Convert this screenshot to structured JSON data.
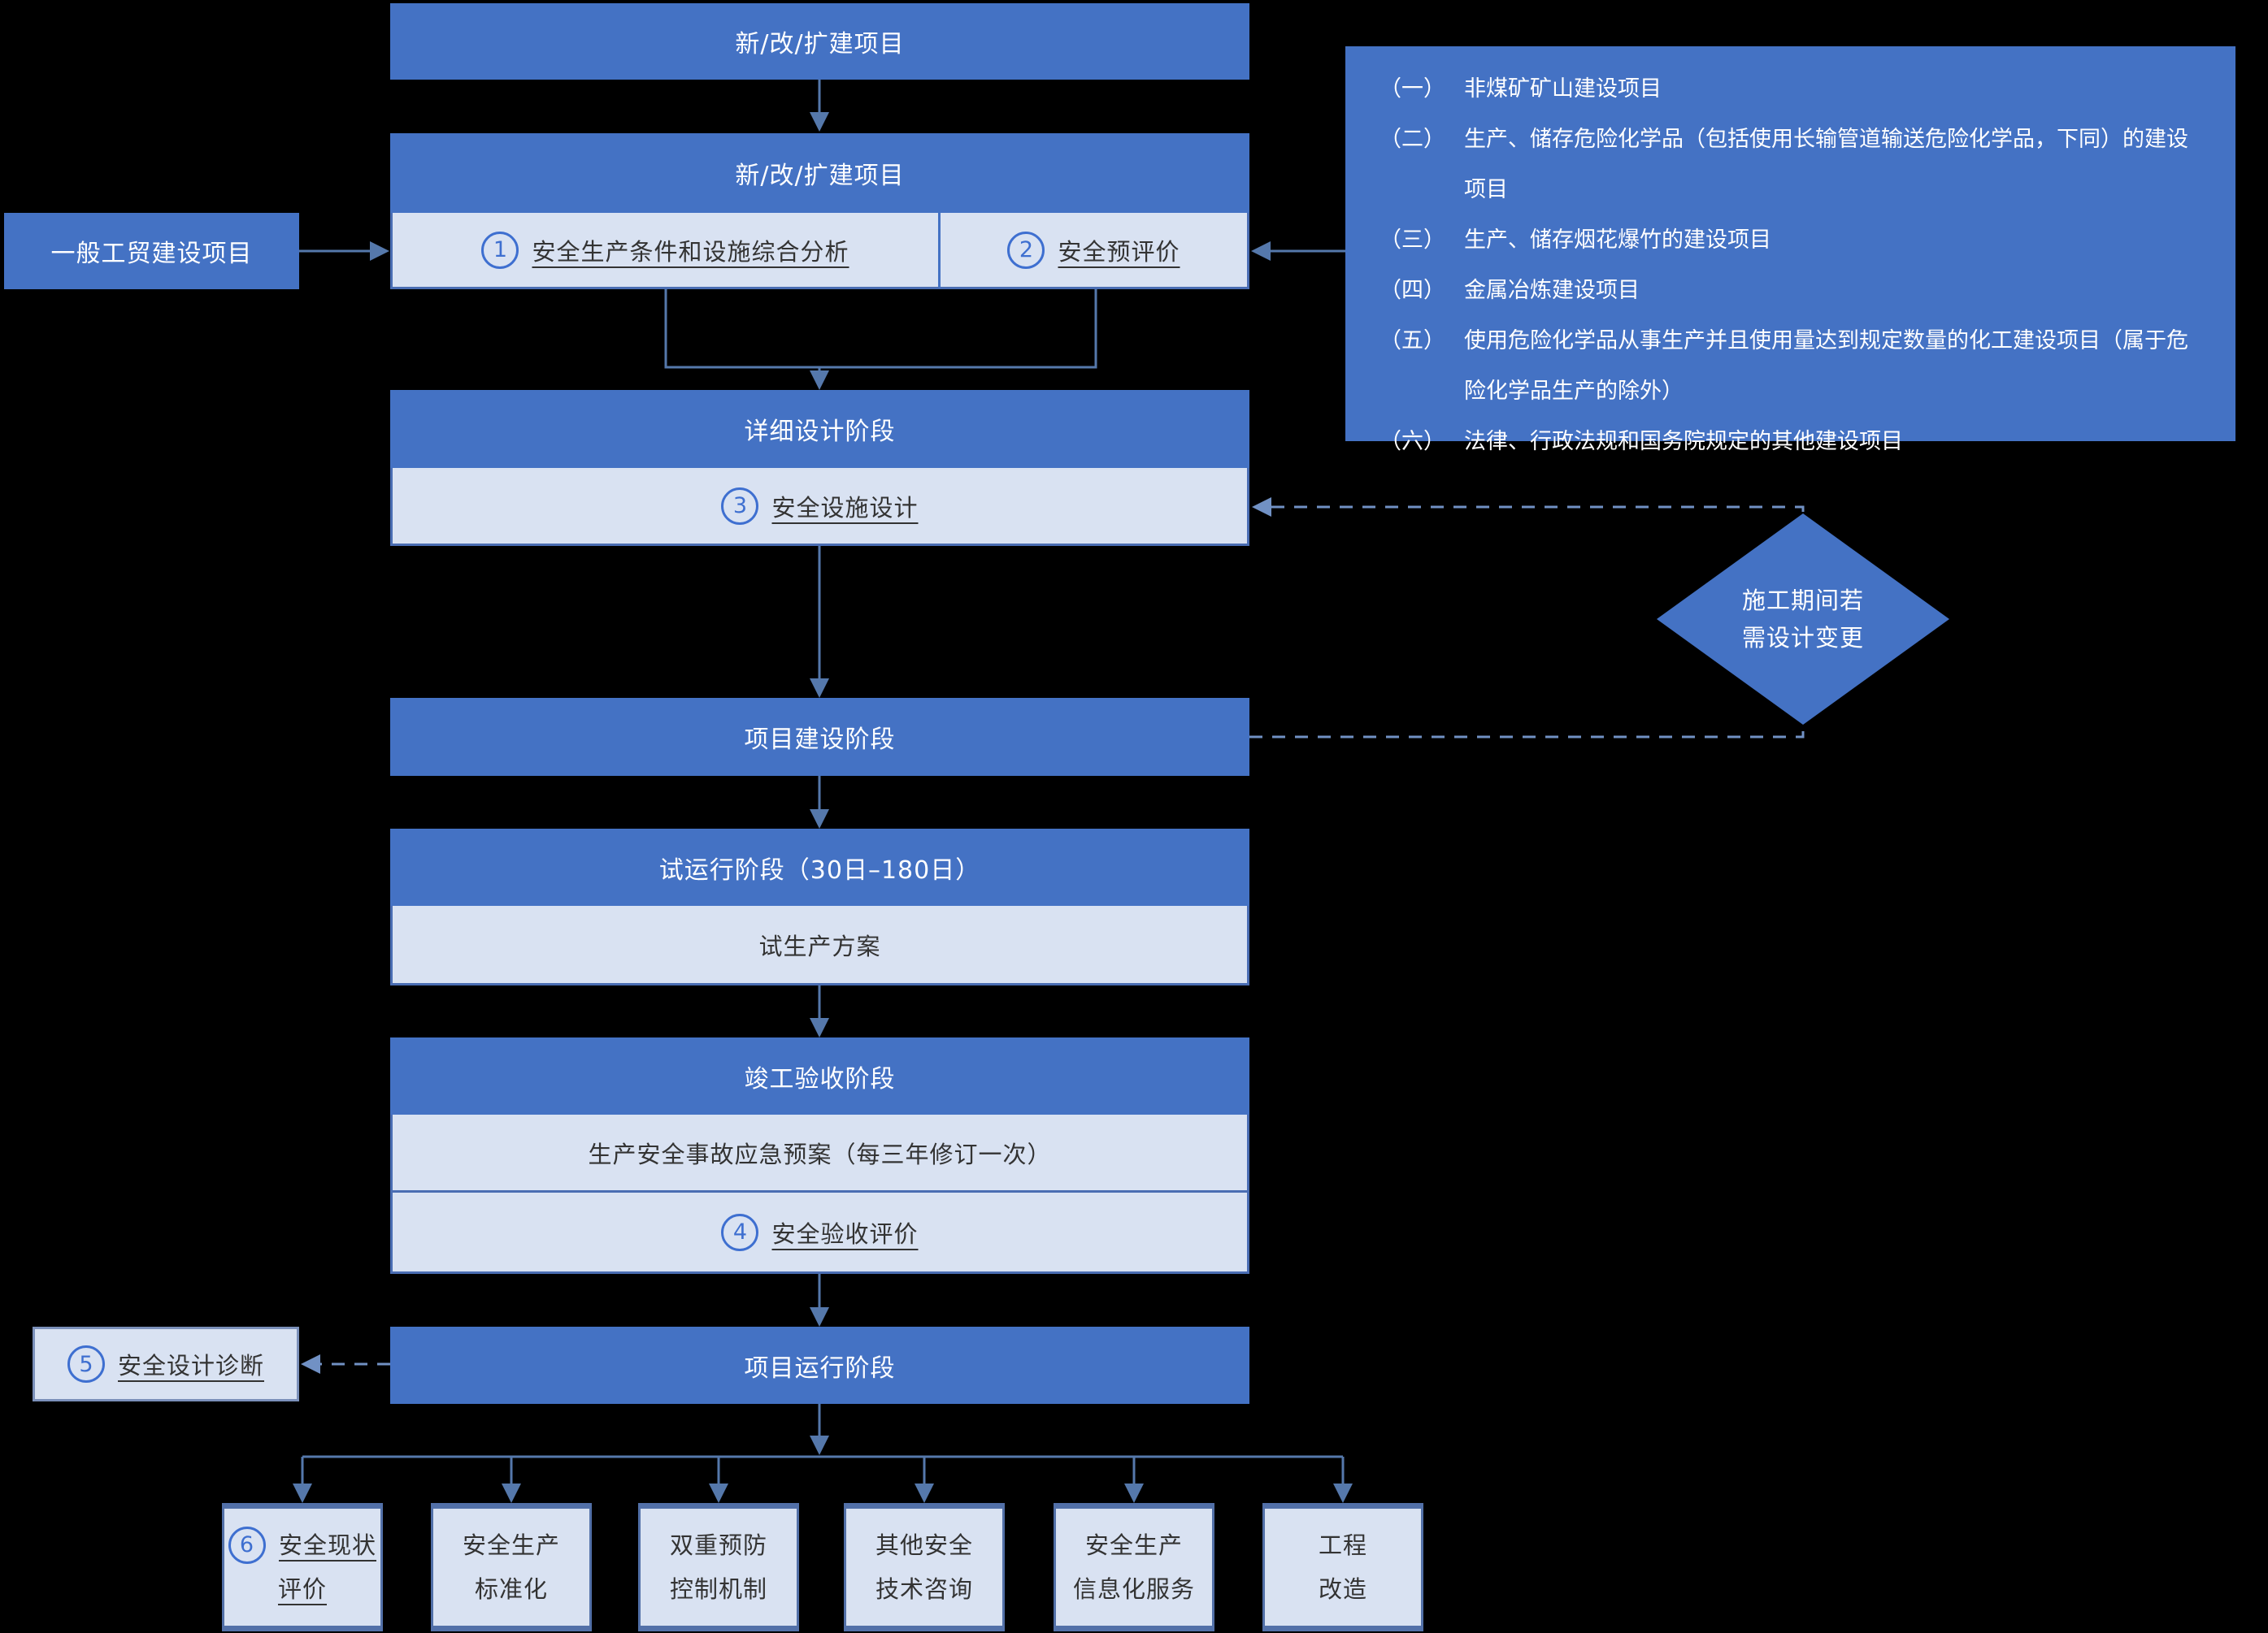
{
  "colors": {
    "background": "#000000",
    "primary_blue": "#4472c4",
    "light_cell": "#d9e2f2",
    "solid_connector": "#5578ab",
    "dashed_connector": "#7191c4",
    "dark_text": "#333333",
    "step_number_blue": "#3e6fd0"
  },
  "flow": {
    "top_box": "新/改/扩建项目",
    "stage1": {
      "title": "新/改/扩建项目",
      "step1": {
        "num": "1",
        "label": "安全生产条件和设施综合分析"
      },
      "step2": {
        "num": "2",
        "label": "安全预评价"
      }
    },
    "general_trade_box": "一般工贸建设项目",
    "design_stage": {
      "title": "详细设计阶段",
      "step3": {
        "num": "3",
        "label": "安全设施设计"
      }
    },
    "construction_stage": "项目建设阶段",
    "trial_stage": {
      "title": "试运行阶段（30日–180日）",
      "plan_row": "试生产方案"
    },
    "acceptance_stage": {
      "title": "竣工验收阶段",
      "emergency_row": "生产安全事故应急预案（每三年修订一次）",
      "step4": {
        "num": "4",
        "label": "安全验收评价"
      }
    },
    "operation_stage": "项目运行阶段",
    "diagnosis": {
      "num": "5",
      "label": "安全设计诊断"
    },
    "diamond": {
      "line1": "施工期间若",
      "line2": "需设计变更"
    }
  },
  "law_panel": {
    "items": [
      {
        "marker": "（一）",
        "text": "非煤矿矿山建设项目"
      },
      {
        "marker": "（二）",
        "text": "生产、储存危险化学品（包括使用长输管道输送危险化学品，下同）的建设项目"
      },
      {
        "marker": "（三）",
        "text": "生产、储存烟花爆竹的建设项目"
      },
      {
        "marker": "（四）",
        "text": "金属冶炼建设项目"
      },
      {
        "marker": "（五）",
        "text": "使用危险化学品从事生产并且使用量达到规定数量的化工建设项目（属于危险化学品生产的除外）"
      },
      {
        "marker": "（六）",
        "text": "法律、行政法规和国务院规定的其他建设项目"
      }
    ]
  },
  "services": {
    "box1": {
      "num": "6",
      "line1": "安全现状",
      "line2": "评价"
    },
    "box2": {
      "line1": "安全生产",
      "line2": "标准化"
    },
    "box3": {
      "line1": "双重预防",
      "line2": "控制机制"
    },
    "box4": {
      "line1": "其他安全",
      "line2": "技术咨询"
    },
    "box5": {
      "line1": "安全生产",
      "line2": "信息化服务"
    },
    "box6": {
      "line1": "工程",
      "line2": "改造"
    }
  }
}
